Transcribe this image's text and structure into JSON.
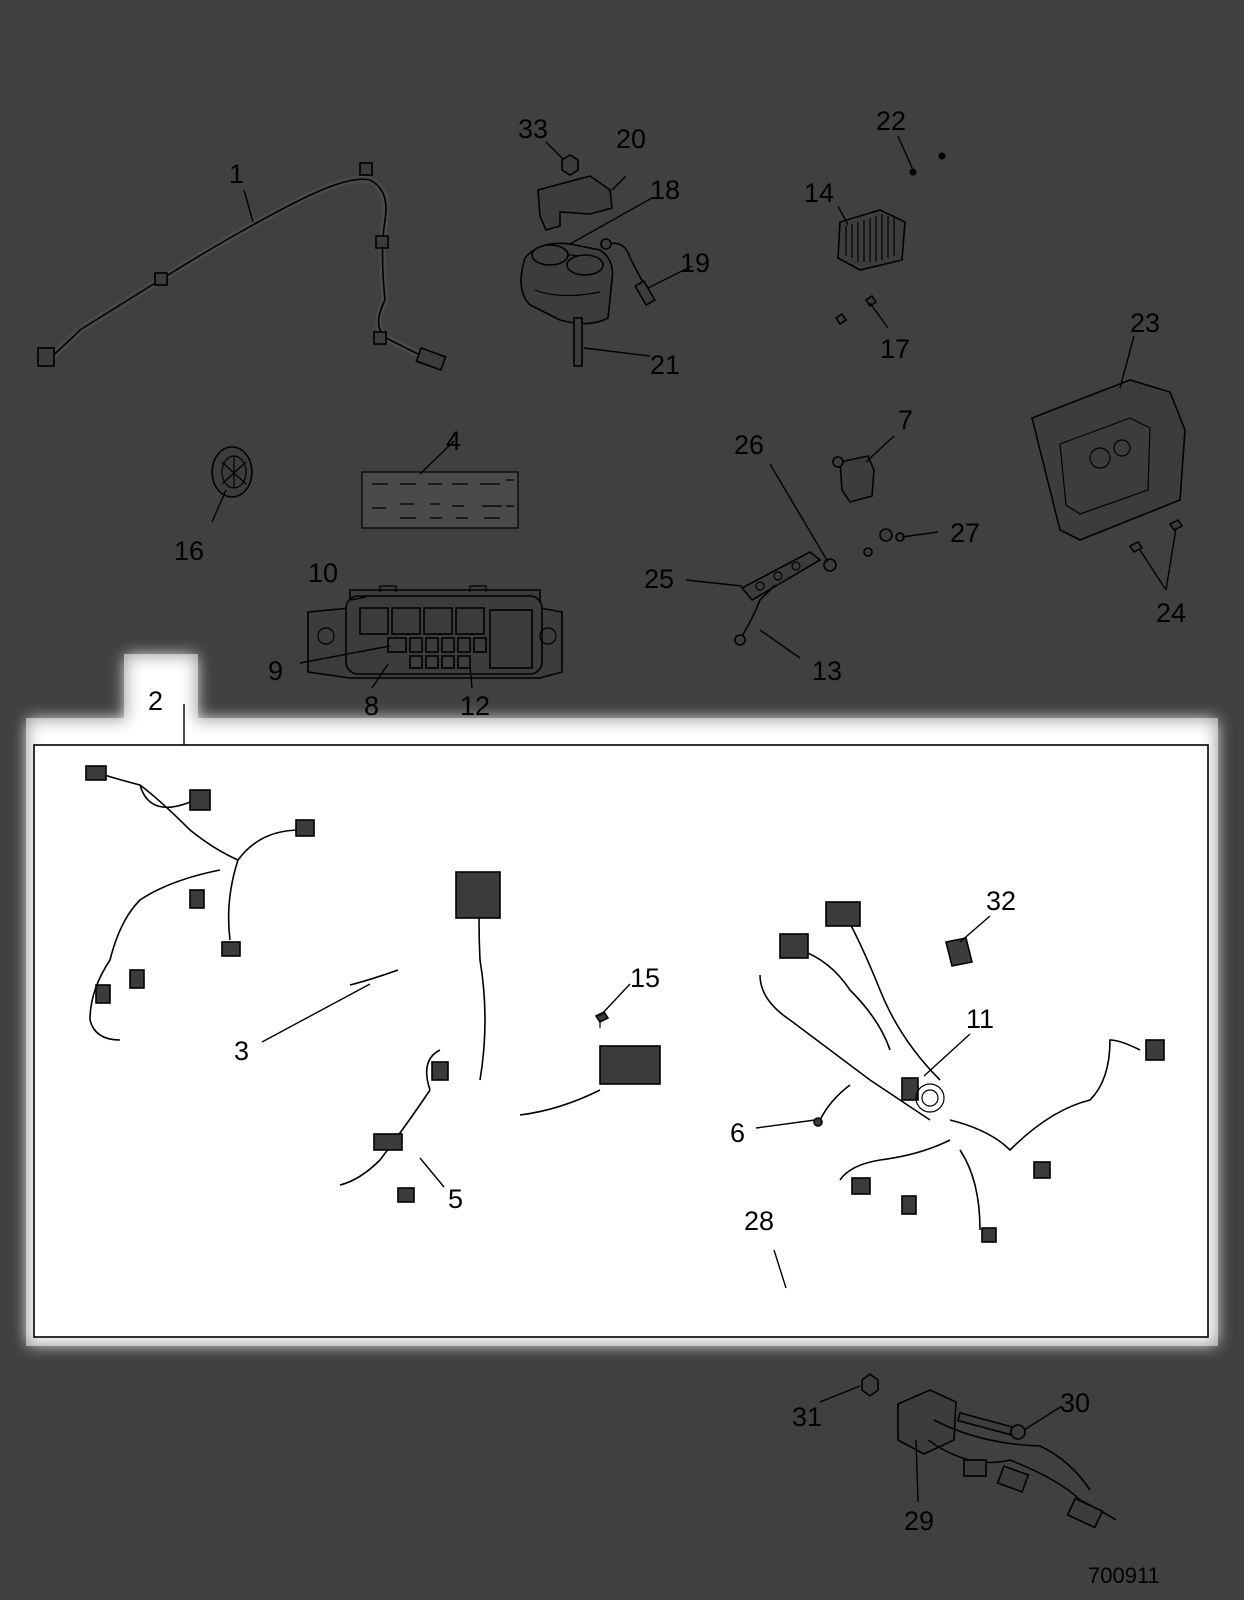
{
  "callouts": {
    "c1": "1",
    "c2": "2",
    "c3": "3",
    "c4": "4",
    "c5": "5",
    "c6": "6",
    "c7": "7",
    "c8": "8",
    "c9": "9",
    "c10": "10",
    "c11": "11",
    "c12": "12",
    "c13": "13",
    "c14": "14",
    "c15": "15",
    "c16": "16",
    "c17": "17",
    "c18": "18",
    "c19": "19",
    "c20": "20",
    "c21": "21",
    "c22": "22",
    "c23": "23",
    "c24": "24",
    "c25": "25",
    "c26": "26",
    "c27": "27",
    "c28": "28",
    "c29": "29",
    "c30": "30",
    "c31": "31",
    "c32": "32",
    "c33": "33"
  },
  "figure_id": "700911",
  "colors": {
    "background": "#404040",
    "linework": "#000000",
    "highlight_glow": "#ffffff"
  }
}
